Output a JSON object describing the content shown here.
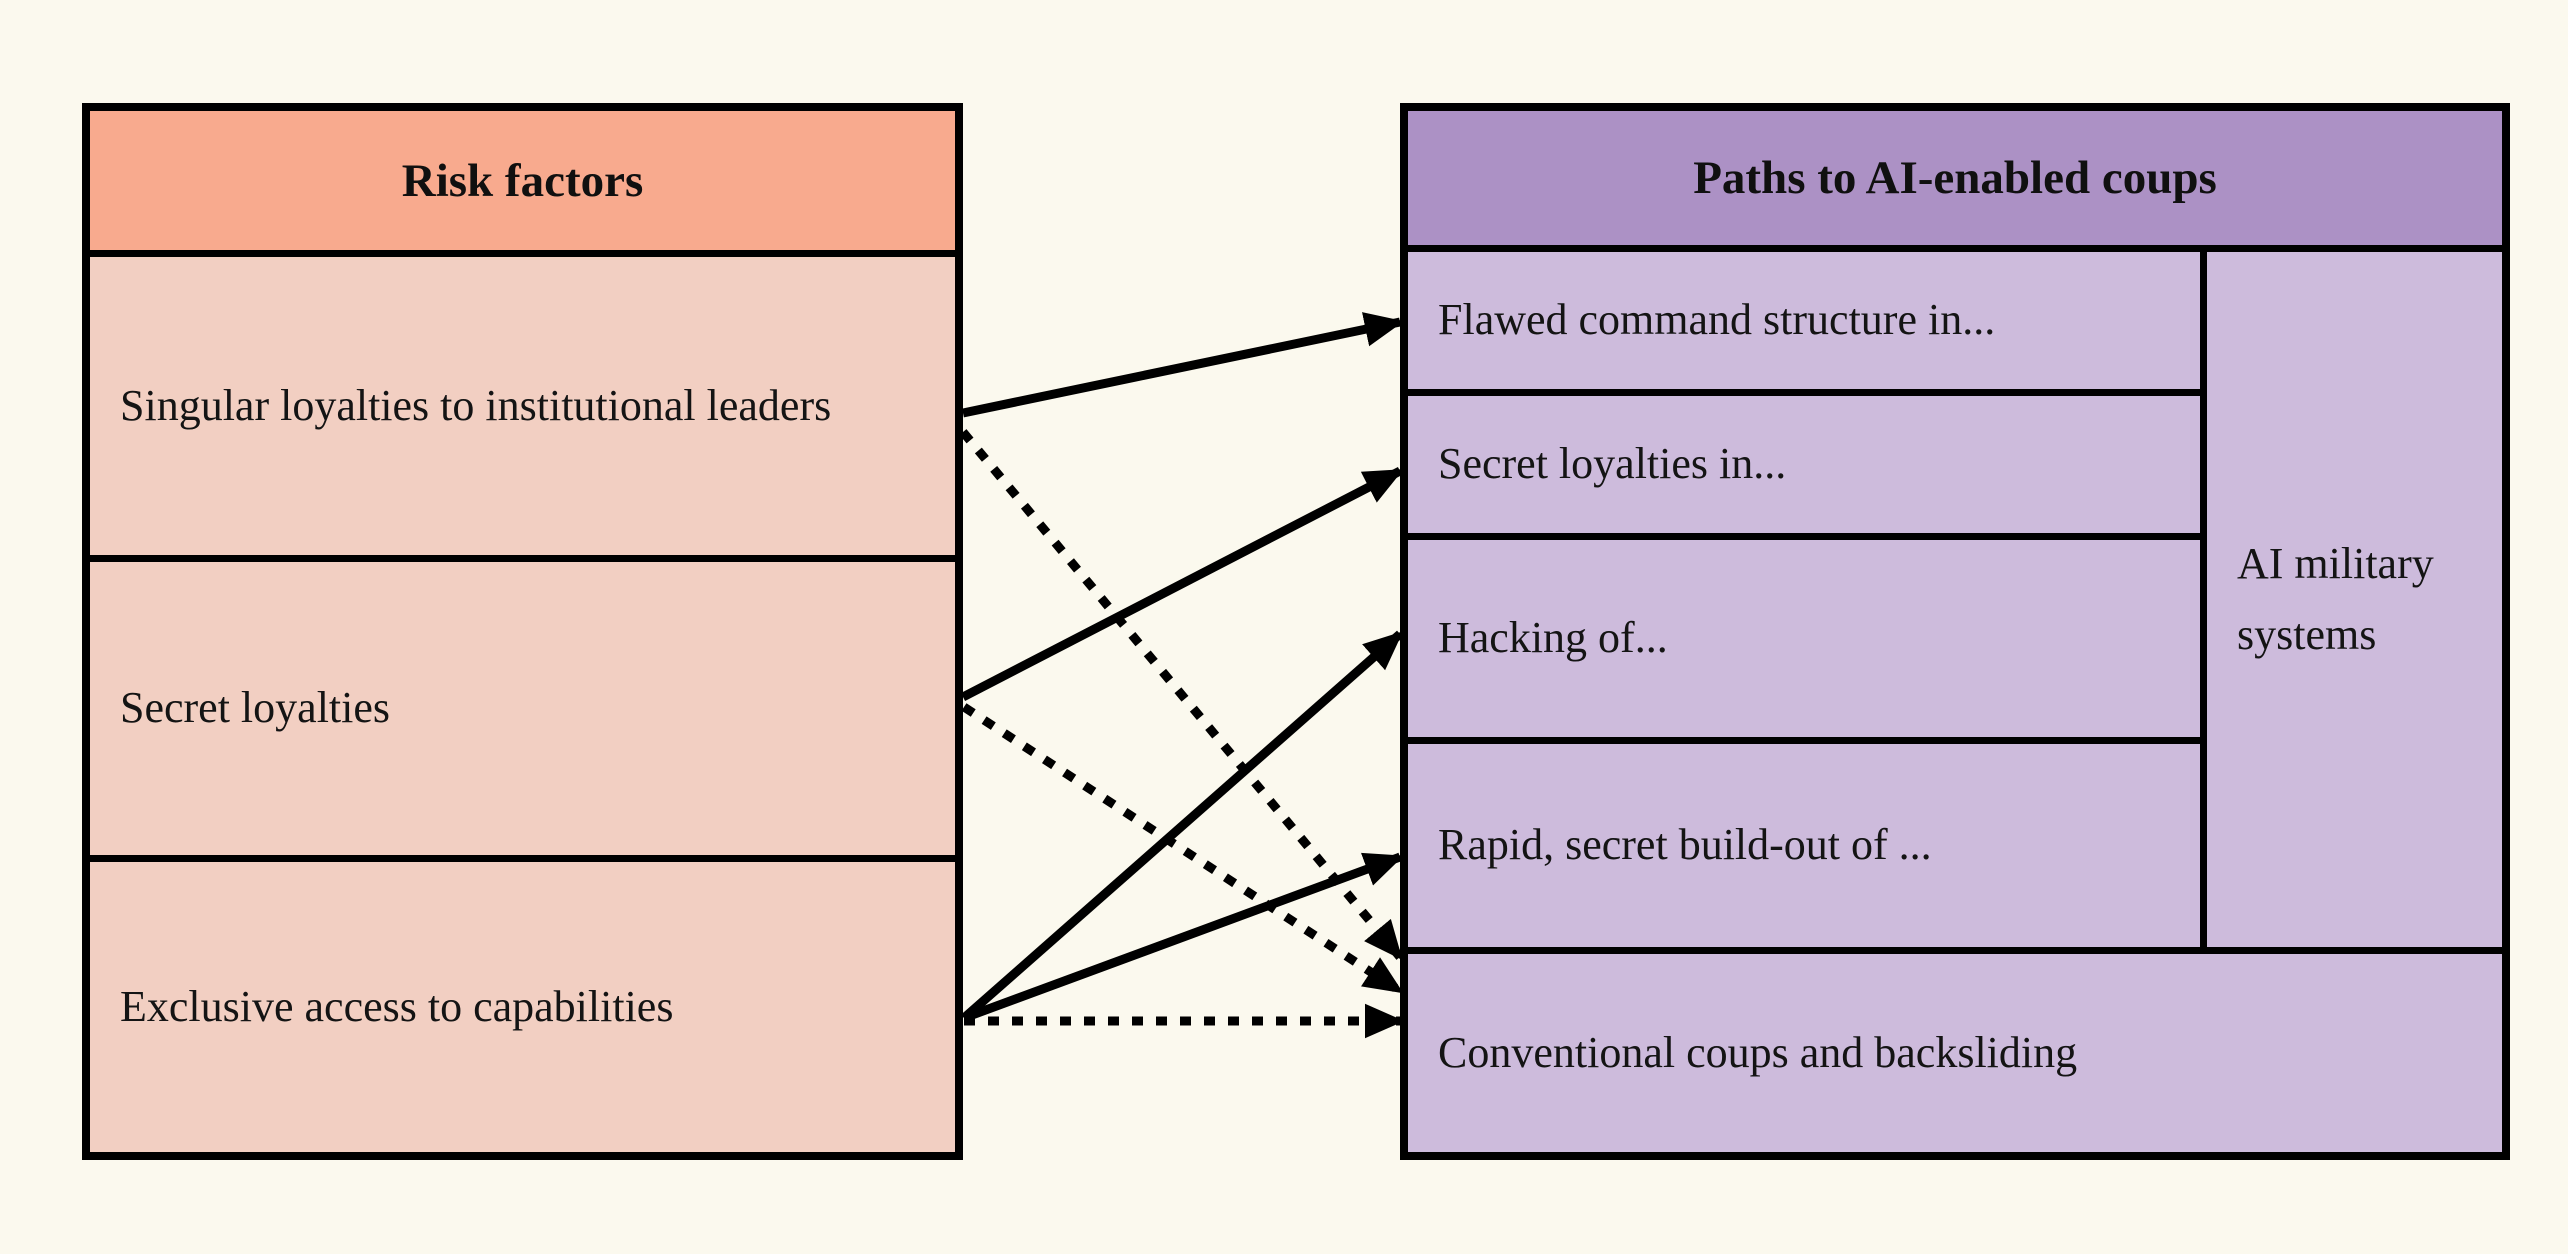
{
  "diagram": {
    "background_color": "#FBF9EE",
    "border_color": "#000000",
    "risk_panel": {
      "title": "Risk factors",
      "header_color": "#F8AA8E",
      "body_color": "#F2CFC2",
      "items": [
        {
          "id": "singular-loyalties",
          "label": "Singular loyalties to institutional leaders"
        },
        {
          "id": "secret-loyalties",
          "label": "Secret loyalties"
        },
        {
          "id": "exclusive-access",
          "label": "Exclusive access to capabilities"
        }
      ]
    },
    "paths_panel": {
      "title": "Paths to AI-enabled coups",
      "header_color": "#AC91C5",
      "body_color": "#CDBBDC",
      "group_label": "AI military systems",
      "items": [
        {
          "id": "flawed-command",
          "label": "Flawed command structure in..."
        },
        {
          "id": "secret-loyalties-in",
          "label": "Secret loyalties in..."
        },
        {
          "id": "hacking-of",
          "label": "Hacking of..."
        },
        {
          "id": "rapid-buildout",
          "label": "Rapid, secret build-out of ..."
        },
        {
          "id": "conventional-coups",
          "label": "Conventional coups and backsliding"
        }
      ]
    },
    "arrows": [
      {
        "from": "singular-loyalties",
        "to": "flawed-command",
        "style": "solid"
      },
      {
        "from": "singular-loyalties",
        "to": "conventional-coups",
        "style": "dotted"
      },
      {
        "from": "secret-loyalties",
        "to": "secret-loyalties-in",
        "style": "solid"
      },
      {
        "from": "secret-loyalties",
        "to": "conventional-coups",
        "style": "dotted"
      },
      {
        "from": "exclusive-access",
        "to": "hacking-of",
        "style": "solid"
      },
      {
        "from": "exclusive-access",
        "to": "rapid-buildout",
        "style": "solid"
      },
      {
        "from": "exclusive-access",
        "to": "conventional-coups",
        "style": "dotted"
      }
    ]
  }
}
